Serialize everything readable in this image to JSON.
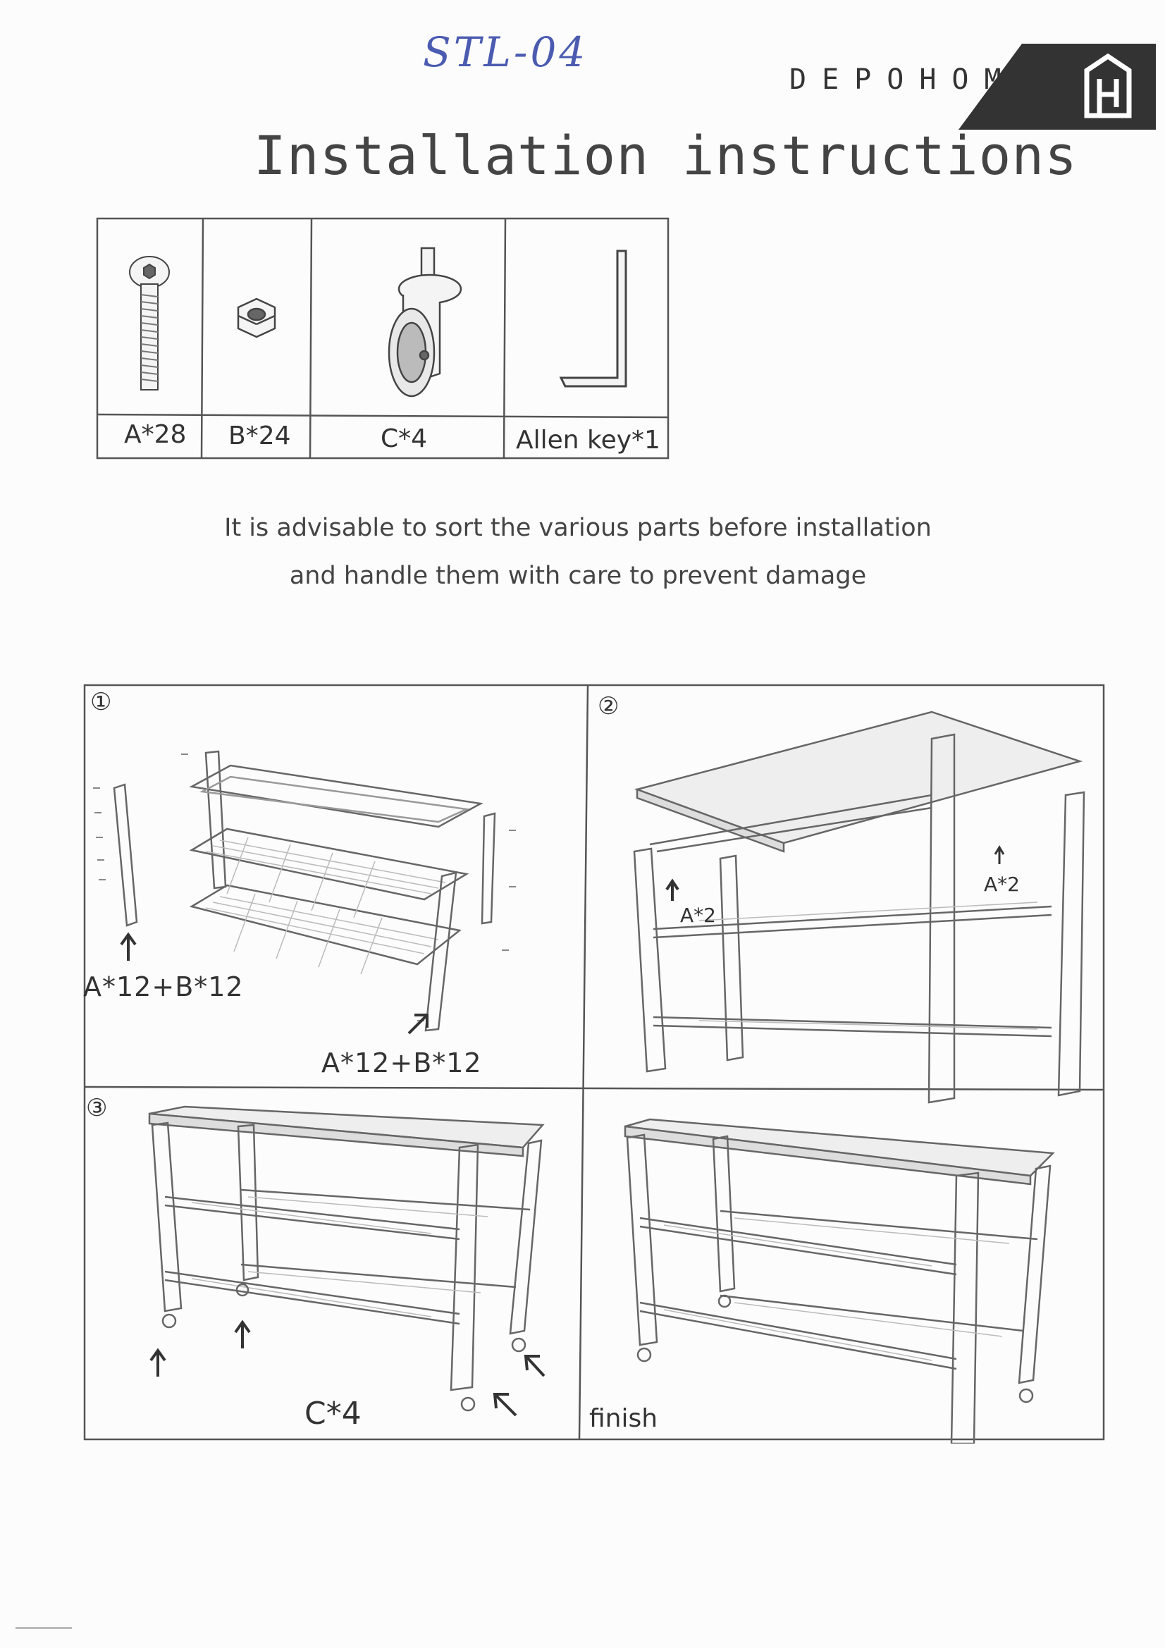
{
  "header": {
    "handwritten_code": "STL-04",
    "brand": "DEPOHOME",
    "brand_badge_letter": "H",
    "title": "Installation instructions"
  },
  "parts": [
    {
      "label": "A*28",
      "icon": "screw-icon"
    },
    {
      "label": "B*24",
      "icon": "hex-nut-icon"
    },
    {
      "label": "C*4",
      "icon": "caster-wheel-icon"
    },
    {
      "label": "Allen key*1",
      "icon": "allen-key-icon"
    }
  ],
  "note": {
    "line1": "It is advisable to sort the various parts before installation",
    "line2": "and handle them with care to prevent damage"
  },
  "steps": [
    {
      "number": "①",
      "labels": [
        "A*12+B*12",
        "A*12+B*12"
      ]
    },
    {
      "number": "②",
      "labels": [
        "A*2",
        "A*2"
      ]
    },
    {
      "number": "③",
      "labels": [
        "C*4"
      ]
    },
    {
      "number": "",
      "labels": [
        "finish"
      ]
    }
  ]
}
